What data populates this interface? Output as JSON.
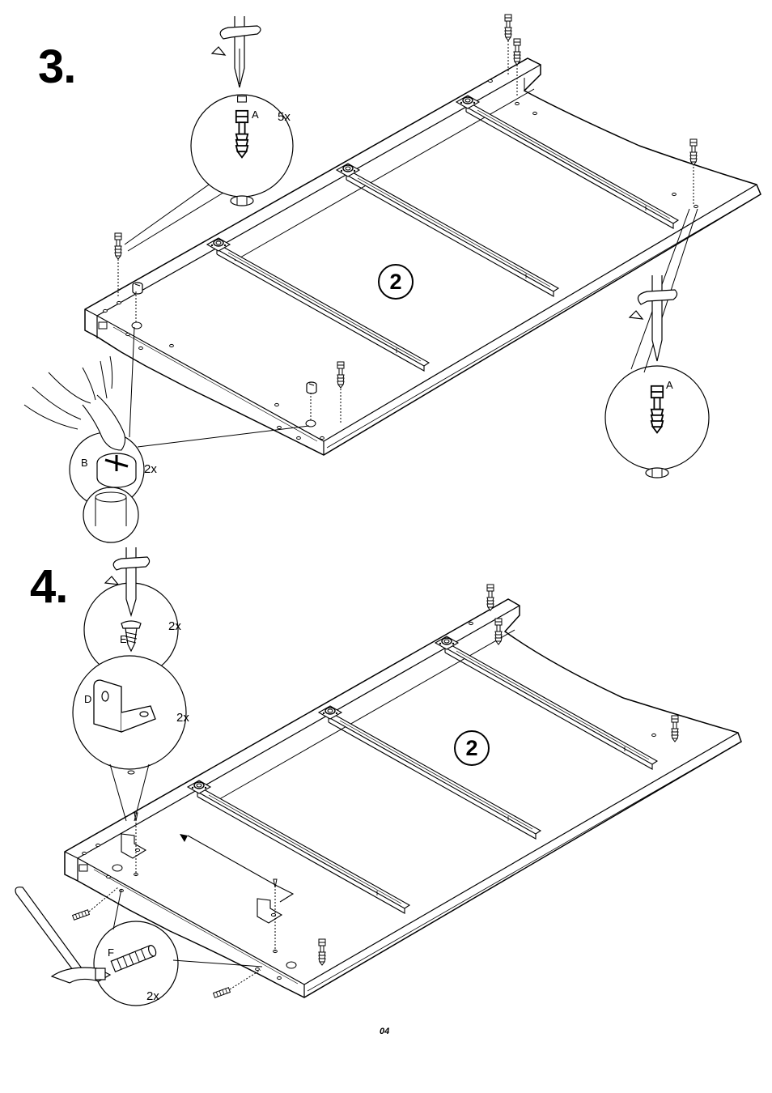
{
  "steps": [
    {
      "number": "3.",
      "panel_id": "2",
      "parts": [
        {
          "letter": "A",
          "quantity": "5x",
          "icon": "cam-bolt-icon"
        },
        {
          "letter": "A",
          "icon": "cam-bolt-icon"
        },
        {
          "letter": "B",
          "quantity": "2x",
          "icon": "cam-lock-icon"
        }
      ]
    },
    {
      "number": "4.",
      "panel_id": "2",
      "parts": [
        {
          "letter": "E",
          "quantity": "2x",
          "icon": "screw-icon"
        },
        {
          "letter": "D",
          "quantity": "2x",
          "icon": "angle-bracket-icon"
        },
        {
          "letter": "F",
          "quantity": "2x",
          "icon": "wooden-dowel-icon"
        }
      ]
    }
  ],
  "footer": {
    "page_number": "04"
  },
  "colors": {
    "ink": "#000000",
    "paper": "#ffffff"
  }
}
